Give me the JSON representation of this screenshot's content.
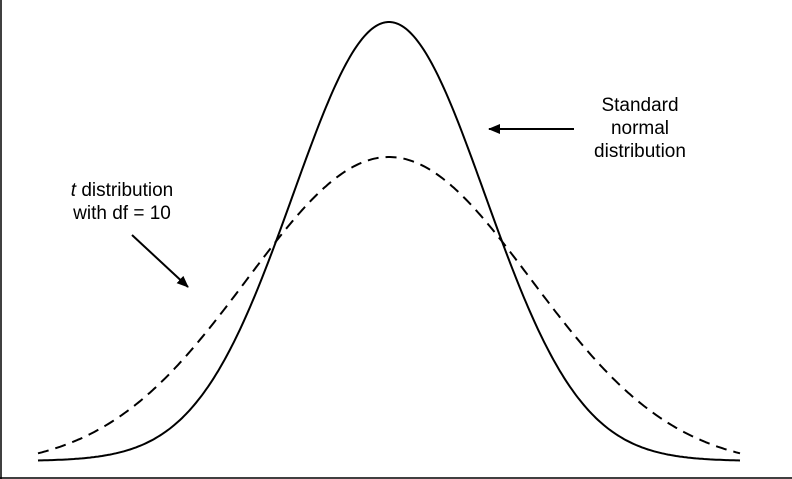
{
  "labels": {
    "normal": {
      "line1": "Standard",
      "line2": "normal",
      "line3": "distribution"
    },
    "t": {
      "italic_symbol": "t",
      "line1_rest": " distribution",
      "line2": "with df = 10"
    }
  },
  "colors": {
    "curve": "#000000",
    "frame": "#000000",
    "background": "#ffffff"
  }
}
